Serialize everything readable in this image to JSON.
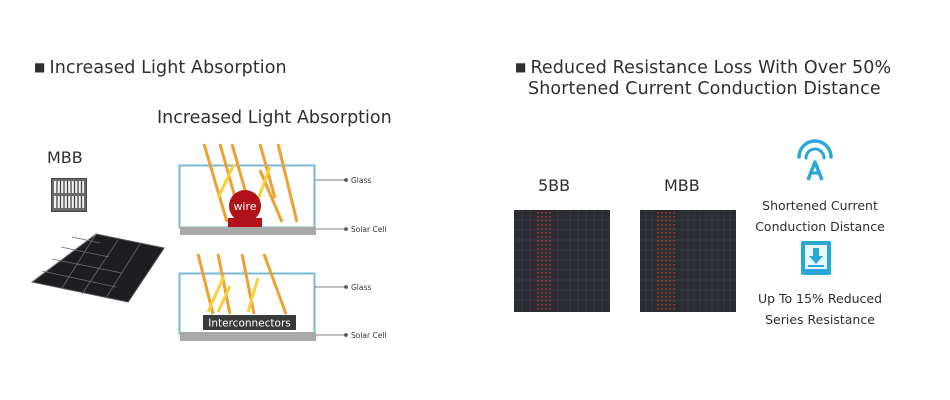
{
  "left": {
    "heading": "Increased Light  Absorption",
    "diagram_title": "Increased Light  Absorption",
    "module_label": "MBB",
    "top_diagram": {
      "wire_label": "wire",
      "glass_label": "Glass",
      "cell_label": "Solar Cell"
    },
    "bottom_diagram": {
      "interconnector_label": "Interconnectors",
      "glass_label": "Glass",
      "cell_label": "Solar Cell"
    }
  },
  "right": {
    "heading_line1": "Reduced  Resistance  Loss  With Over  50%",
    "heading_line2": "Shortened Current Conduction Distance",
    "cell_5bb_label": "5BB",
    "cell_mbb_label": "MBB",
    "benefit1_line1": "Shortened Current",
    "benefit1_line2": "Conduction Distance",
    "benefit2_line1": "Up To 15% Reduced",
    "benefit2_line2": "Series Resistance"
  },
  "colors": {
    "glass_outline": "#79b8d6",
    "ray_orange": "#f0a030",
    "ray_yellow": "#f7d23c",
    "wire_red": "#b1121a",
    "cell_gray": "#a9a9a9",
    "icon_cyan": "#2aa7d6",
    "busbar_red": "#d83a2a"
  },
  "icons": {
    "benefit1": "antenna-a-icon",
    "benefit2": "download-box-icon"
  }
}
